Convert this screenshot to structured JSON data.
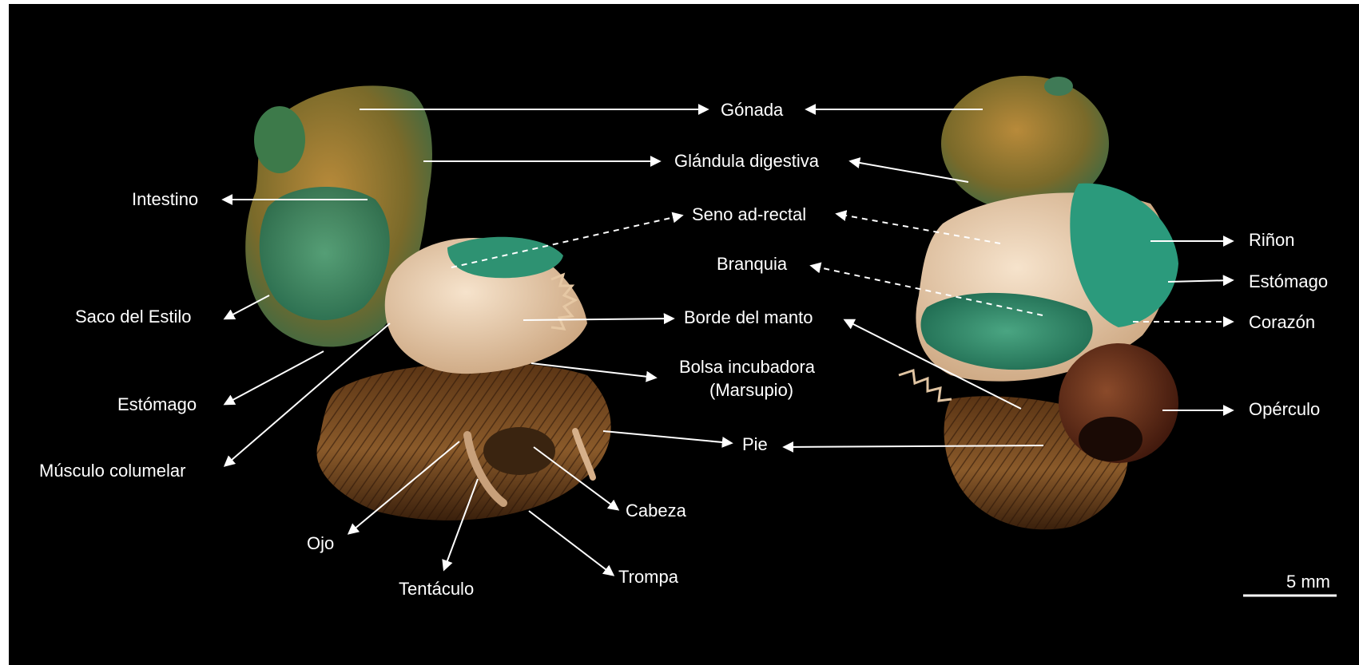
{
  "labels": {
    "gonada": "Gónada",
    "glandula_digestiva": "Glándula digestiva",
    "seno_ad_rectal": "Seno ad-rectal",
    "branquia": "Branquia",
    "borde_del_manto": "Borde del manto",
    "bolsa_incubadora_1": "Bolsa incubadora",
    "bolsa_incubadora_2": "(Marsupio)",
    "pie": "Pie",
    "intestino": "Intestino",
    "saco_del_estilo": "Saco del Estilo",
    "estomago_left": "Estómago",
    "musculo_columelar": "Músculo columelar",
    "ojo": "Ojo",
    "tentaculo": "Tentáculo",
    "cabeza": "Cabeza",
    "trompa": "Trompa",
    "rinon": "Riñon",
    "estomago_right": "Estómago",
    "corazon": "Corazón",
    "operculo": "Opérculo",
    "scale": "5 mm"
  },
  "colors": {
    "background": "#000000",
    "text": "#ffffff",
    "arrow": "#ffffff",
    "tissue_green": "#2f8a6a",
    "tissue_ochre": "#b07a2a",
    "foot_brown": "#6b3d16",
    "mantle_cream": "#f0d8bd",
    "operculum": "#5a2410"
  }
}
